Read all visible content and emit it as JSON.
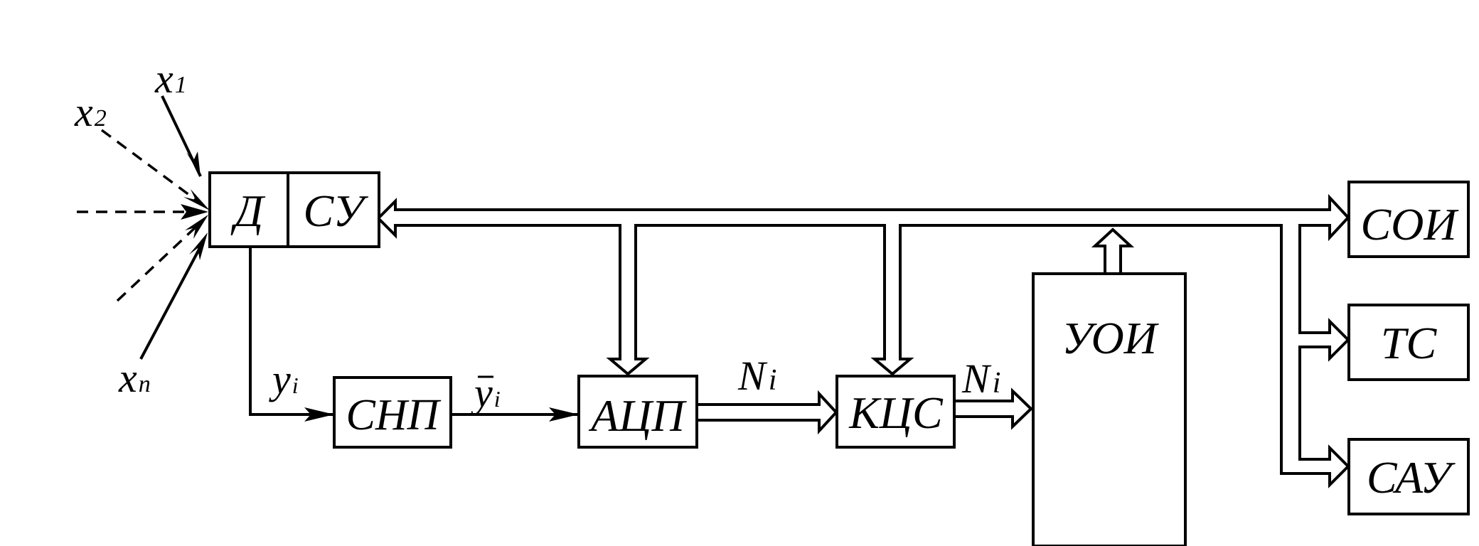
{
  "blocks": {
    "d": "Д",
    "su": "СУ",
    "snp": "СНП",
    "acp": "АЦП",
    "kcs": "КЦС",
    "uoi": "УОИ",
    "soi": "СОИ",
    "ts": "ТС",
    "sau": "САУ"
  },
  "inputs": {
    "x1": {
      "base": "x",
      "sub": "1"
    },
    "x2": {
      "base": "x",
      "sub": "2"
    },
    "xn": {
      "base": "x",
      "sub": "n"
    }
  },
  "signals": {
    "yi": {
      "base": "y",
      "sub": "i"
    },
    "ybar_i": {
      "base": "y",
      "sub": "i"
    },
    "ni_acp_kcs": {
      "base": "N",
      "sub": "i"
    },
    "ni_kcs_uoi": {
      "base": "N",
      "sub": "i"
    }
  }
}
